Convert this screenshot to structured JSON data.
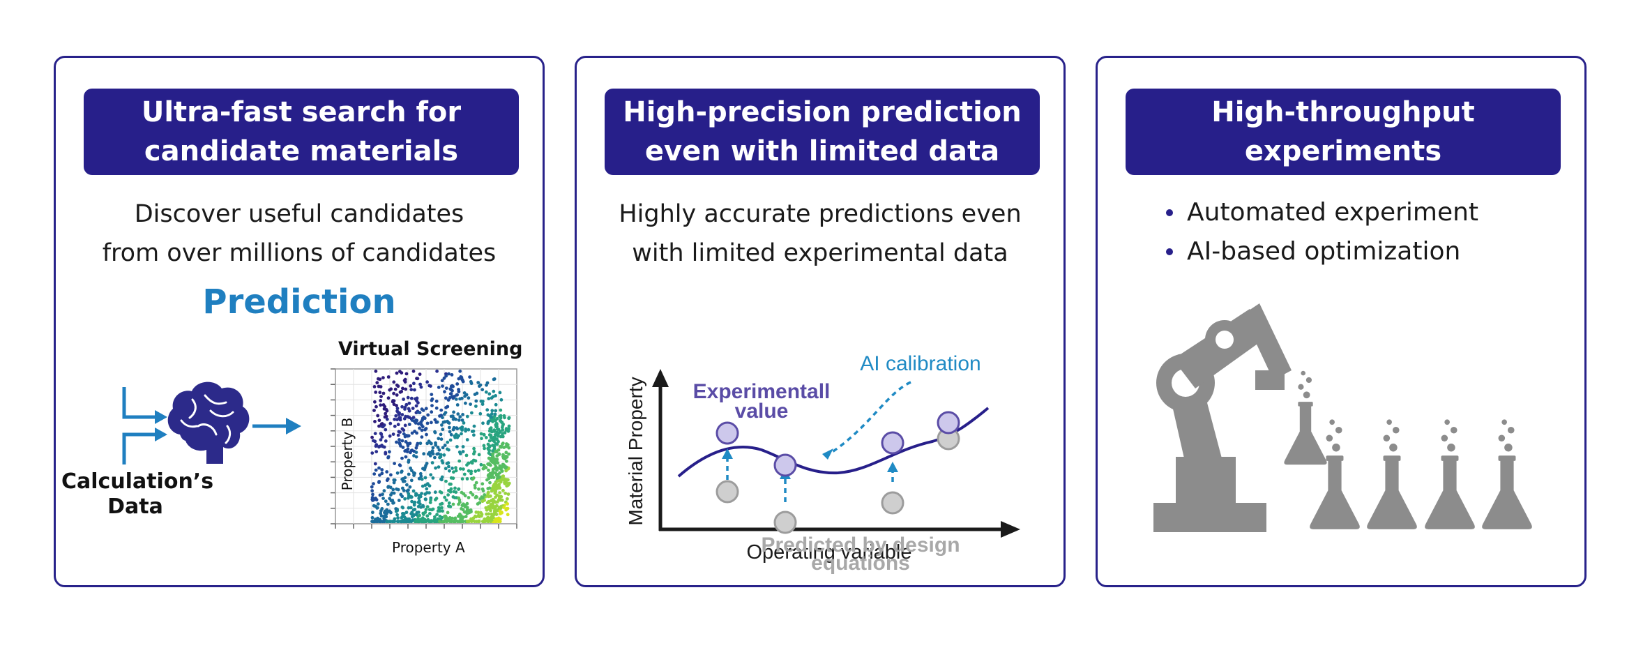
{
  "panels": [
    {
      "title_lines": [
        "Ultra-fast search for",
        "candidate materials"
      ],
      "description_lines": [
        "Discover useful candidates",
        "from over millions of candidates"
      ],
      "section_label": "Prediction",
      "input_label_lines": [
        "Calculation’s",
        "Data"
      ],
      "chart_title": "Virtual Screening",
      "x_axis_label": "Property A",
      "y_axis_label": "Property B"
    },
    {
      "title_lines": [
        "High-precision prediction",
        "even with limited data"
      ],
      "description_lines": [
        "Highly accurate predictions even",
        "with limited experimental data"
      ],
      "y_axis_label": "Material Property",
      "x_axis_label": "Operating variable",
      "experimental_label_lines": [
        "Experimentall",
        "value"
      ],
      "calibration_label": "AI calibration",
      "predicted_label_lines": [
        "Predicted by design",
        "equations"
      ]
    },
    {
      "title_lines": [
        "High-throughput",
        "experiments"
      ],
      "bullets": [
        "Automated experiment",
        "AI-based optimization"
      ]
    }
  ],
  "icons": [
    "brain-icon",
    "robot-arm-icon",
    "flask-icon"
  ],
  "colors": {
    "header_bg": "#271f8a",
    "border": "#28228a",
    "accent_blue": "#1f7fc0",
    "experimental_purple": "#5a4ca6",
    "predicted_gray": "#a8a8a8",
    "robot_gray": "#8c8c8c"
  },
  "chart_data": {
    "type": "scatter",
    "title": "Virtual Screening",
    "xlabel": "Property A",
    "ylabel": "Property B",
    "colormap": "viridis",
    "description": "dense cloud of points, concentrated near the bottom and along the right edge"
  }
}
